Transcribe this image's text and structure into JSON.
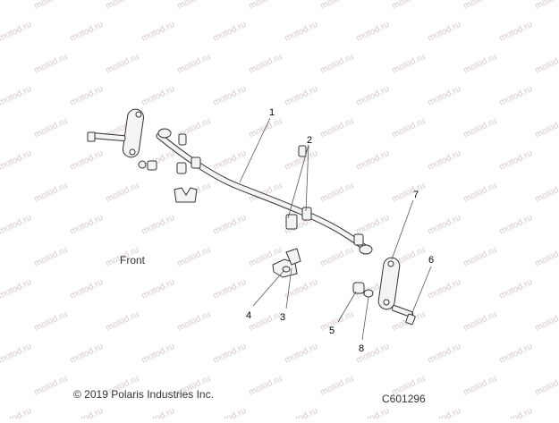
{
  "diagram": {
    "front_label": "Front",
    "copyright": "© 2019 Polaris Industries Inc.",
    "figure_code": "C601296",
    "watermark_text": "motod.ru",
    "callouts": [
      {
        "id": "1",
        "part": "stabilizer-bar"
      },
      {
        "id": "2",
        "part": "bushing"
      },
      {
        "id": "3",
        "part": "bracket"
      },
      {
        "id": "4",
        "part": "nut"
      },
      {
        "id": "5",
        "part": "bushing"
      },
      {
        "id": "6",
        "part": "bolt"
      },
      {
        "id": "7",
        "part": "link"
      },
      {
        "id": "8",
        "part": "washer"
      }
    ],
    "colors": {
      "line": "#333333",
      "fill": "#f4f4f4",
      "watermark": "#d9c9c9"
    }
  }
}
